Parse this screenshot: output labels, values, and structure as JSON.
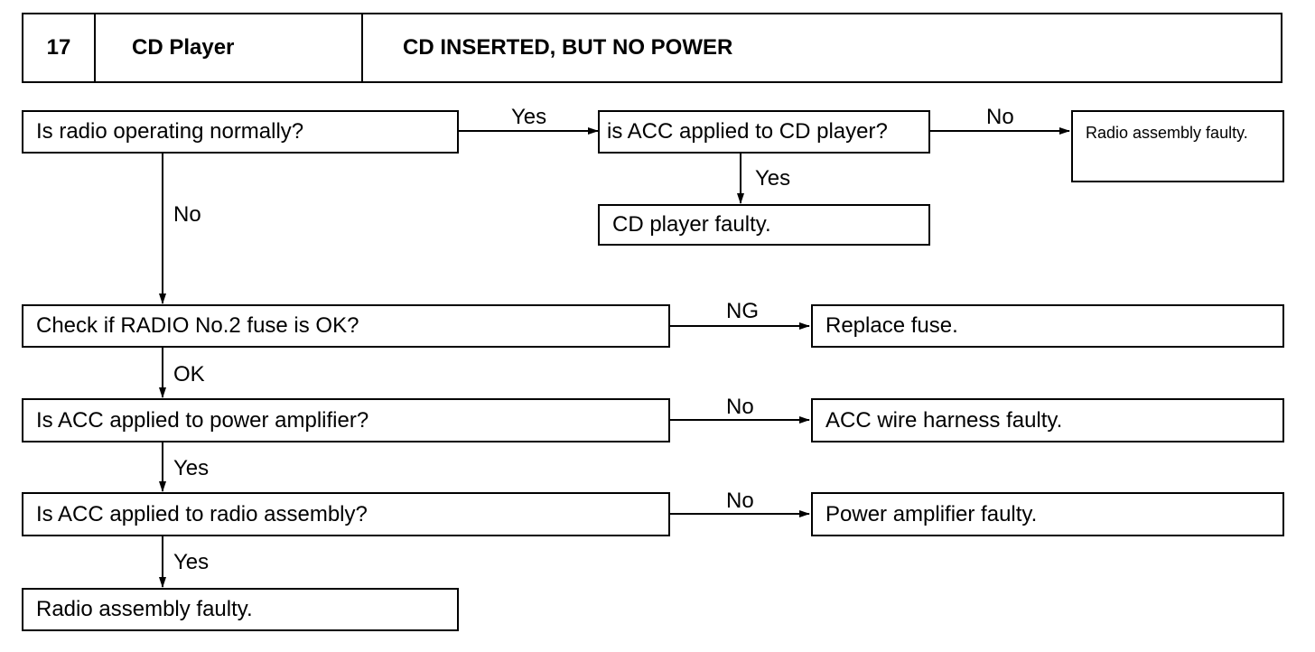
{
  "header": {
    "number": "17",
    "system": "CD Player",
    "symptom": "CD INSERTED, BUT NO POWER"
  },
  "nodes": {
    "q_radio": "Is radio operating normally?",
    "q_acc_cd": "is ACC applied to CD player?",
    "r_radio_faulty_1": "Radio assembly faulty.",
    "r_cd_faulty": "CD player faulty.",
    "q_fuse": "Check if RADIO No.2 fuse is OK?",
    "r_replace_fuse": "Replace fuse.",
    "q_acc_amp": "Is ACC applied to power amplifier?",
    "r_acc_harness": "ACC wire harness faulty.",
    "q_acc_radio": "Is ACC applied to radio assembly?",
    "r_amp_faulty": "Power amplifier faulty.",
    "r_radio_faulty_2": "Radio assembly faulty."
  },
  "edges": {
    "radio_yes": "Yes",
    "cd_no": "No",
    "cd_yes": "Yes",
    "radio_no": "No",
    "fuse_ng": "NG",
    "fuse_ok": "OK",
    "amp_no": "No",
    "amp_yes": "Yes",
    "radio_acc_no": "No",
    "radio_acc_yes": "Yes"
  }
}
